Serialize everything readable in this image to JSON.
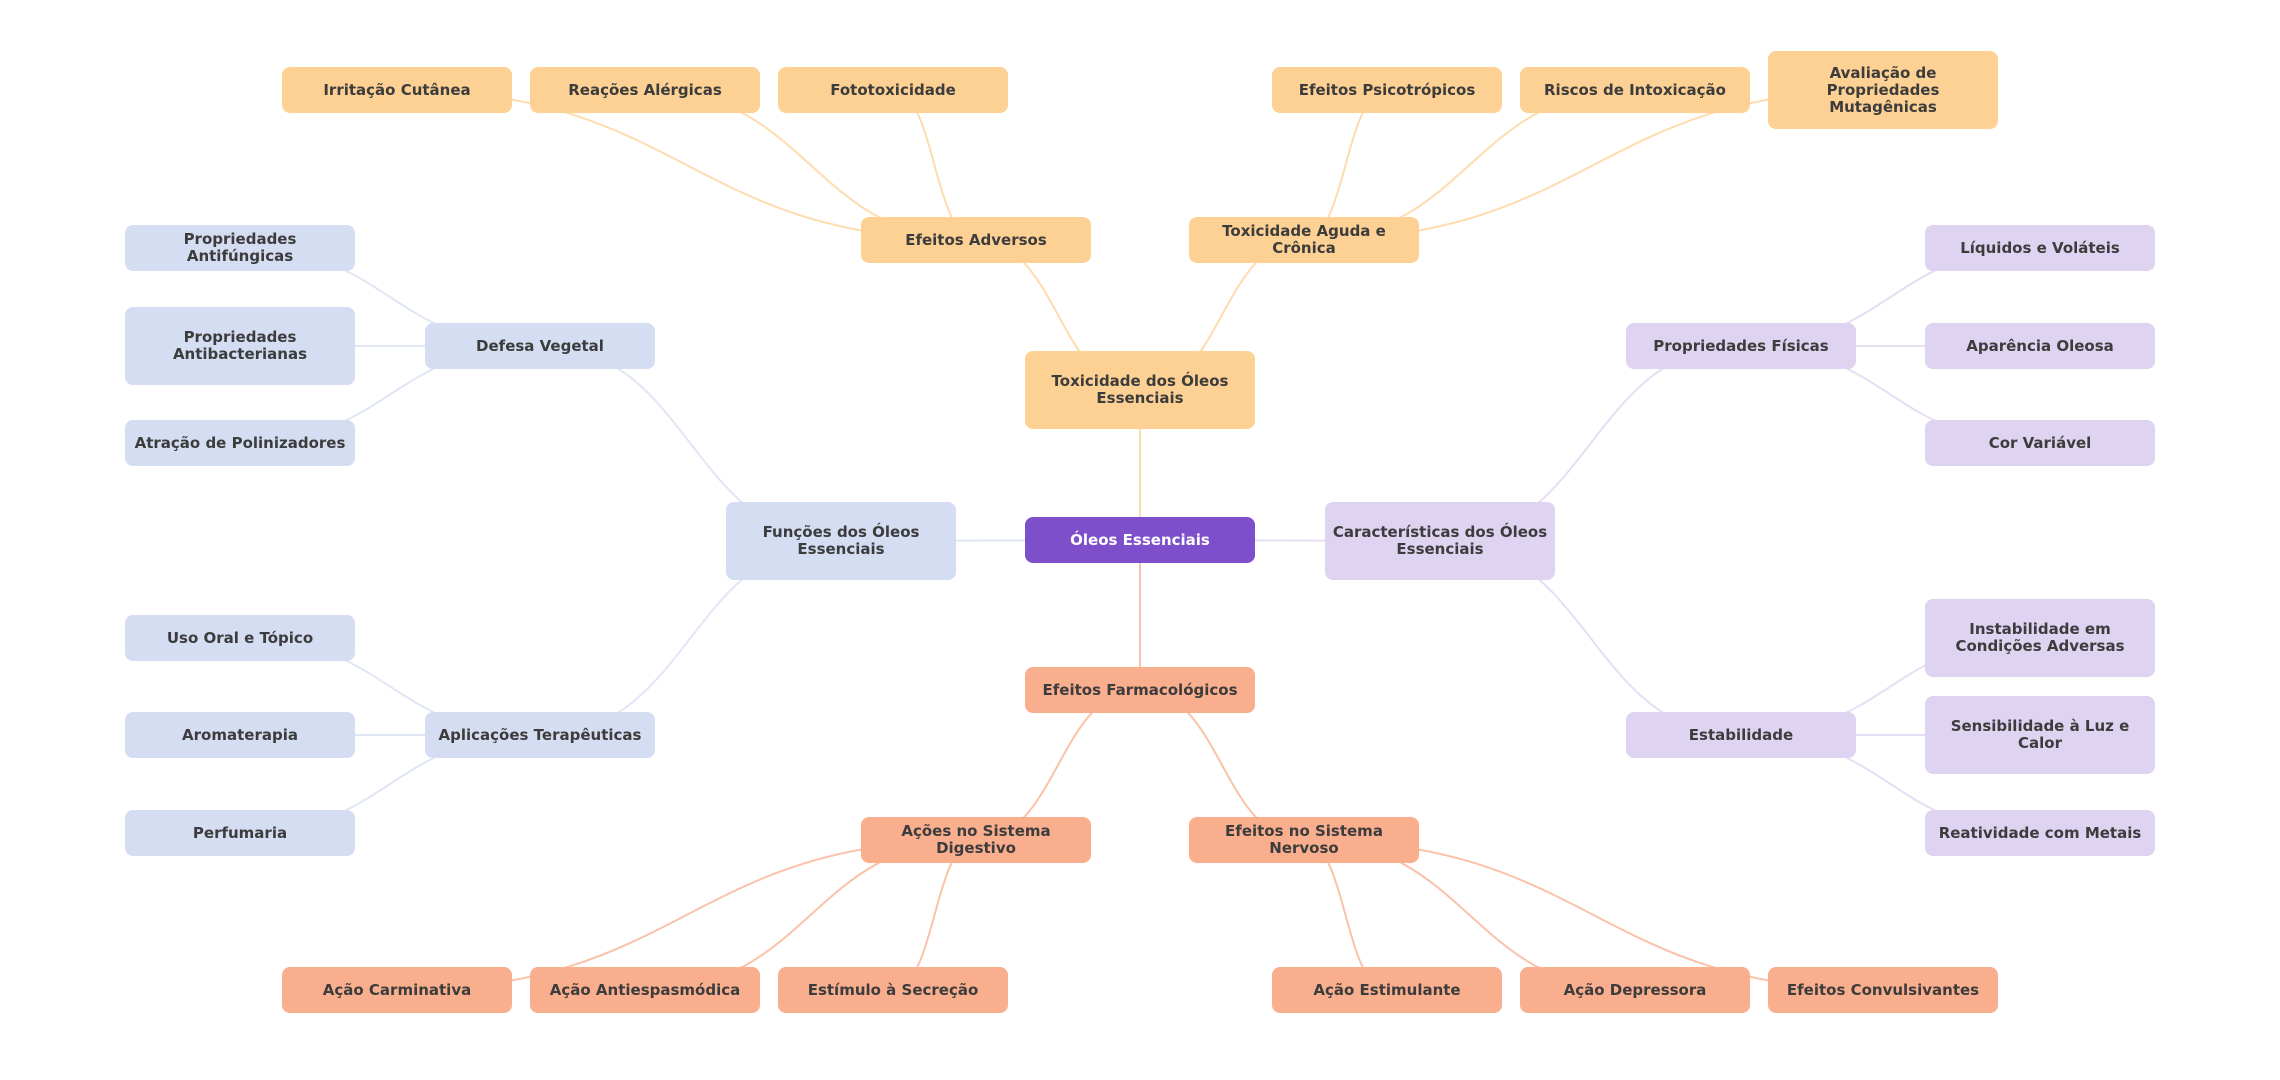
{
  "title": "Óleos Essenciais",
  "colors": {
    "root": "#7e4fcb",
    "toxicity": "#fdd093",
    "pharmacology": "#f9ae8e",
    "functions": "#d5ddf2",
    "characteristics": "#ded3f0",
    "text": "#3c3c3c",
    "root_text": "#ffffff"
  },
  "root": {
    "id": "root",
    "label": "Óleos Essenciais"
  },
  "branches": [
    {
      "id": "toxicidade",
      "label": "Toxicidade dos Óleos Essenciais",
      "color_key": "toxicity",
      "children": [
        {
          "id": "efeitos-adversos",
          "label": "Efeitos Adversos",
          "children": [
            {
              "id": "irritacao",
              "label": "Irritação Cutânea"
            },
            {
              "id": "reacoes",
              "label": "Reações Alérgicas"
            },
            {
              "id": "fototoxicidade",
              "label": "Fototoxicidade"
            }
          ]
        },
        {
          "id": "toxicidade-aguda",
          "label": "Toxicidade Aguda e Crônica",
          "children": [
            {
              "id": "psicotropicos",
              "label": "Efeitos Psicotrópicos"
            },
            {
              "id": "intoxicacao",
              "label": "Riscos de Intoxicação"
            },
            {
              "id": "mutagenicas",
              "label": "Avaliação de Propriedades Mutagênicas"
            }
          ]
        }
      ]
    },
    {
      "id": "funcoes",
      "label": "Funções dos Óleos Essenciais",
      "color_key": "functions",
      "children": [
        {
          "id": "defesa",
          "label": "Defesa Vegetal",
          "children": [
            {
              "id": "antifungicas",
              "label": "Propriedades Antifúngicas"
            },
            {
              "id": "antibacterianas",
              "label": "Propriedades Antibacterianas"
            },
            {
              "id": "polinizadores",
              "label": "Atração de Polinizadores"
            }
          ]
        },
        {
          "id": "aplicacoes",
          "label": "Aplicações Terapêuticas",
          "children": [
            {
              "id": "uso-oral",
              "label": "Uso Oral e Tópico"
            },
            {
              "id": "aromaterapia",
              "label": "Aromaterapia"
            },
            {
              "id": "perfumaria",
              "label": "Perfumaria"
            }
          ]
        }
      ]
    },
    {
      "id": "caracteristicas",
      "label": "Características dos Óleos Essenciais",
      "color_key": "characteristics",
      "children": [
        {
          "id": "fisicas",
          "label": "Propriedades Físicas",
          "children": [
            {
              "id": "liquidos",
              "label": "Líquidos e Voláteis"
            },
            {
              "id": "aparencia",
              "label": "Aparência Oleosa"
            },
            {
              "id": "cor",
              "label": "Cor Variável"
            }
          ]
        },
        {
          "id": "estabilidade",
          "label": "Estabilidade",
          "children": [
            {
              "id": "instabilidade",
              "label": "Instabilidade em Condições Adversas"
            },
            {
              "id": "sensibilidade",
              "label": "Sensibilidade à Luz e Calor"
            },
            {
              "id": "reatividade",
              "label": "Reatividade com Metais"
            }
          ]
        }
      ]
    },
    {
      "id": "farmacologicos",
      "label": "Efeitos Farmacológicos",
      "color_key": "pharmacology",
      "children": [
        {
          "id": "digestivo",
          "label": "Ações no Sistema Digestivo",
          "children": [
            {
              "id": "carminativa",
              "label": "Ação Carminativa"
            },
            {
              "id": "antiespasmodica",
              "label": "Ação Antiespasmódica"
            },
            {
              "id": "secrecao",
              "label": "Estímulo à Secreção"
            }
          ]
        },
        {
          "id": "nervoso",
          "label": "Efeitos no Sistema Nervoso",
          "children": [
            {
              "id": "estimulante",
              "label": "Ação Estimulante"
            },
            {
              "id": "depressora",
              "label": "Ação Depressora"
            },
            {
              "id": "convulsivantes",
              "label": "Efeitos Convulsivantes"
            }
          ]
        }
      ]
    }
  ]
}
